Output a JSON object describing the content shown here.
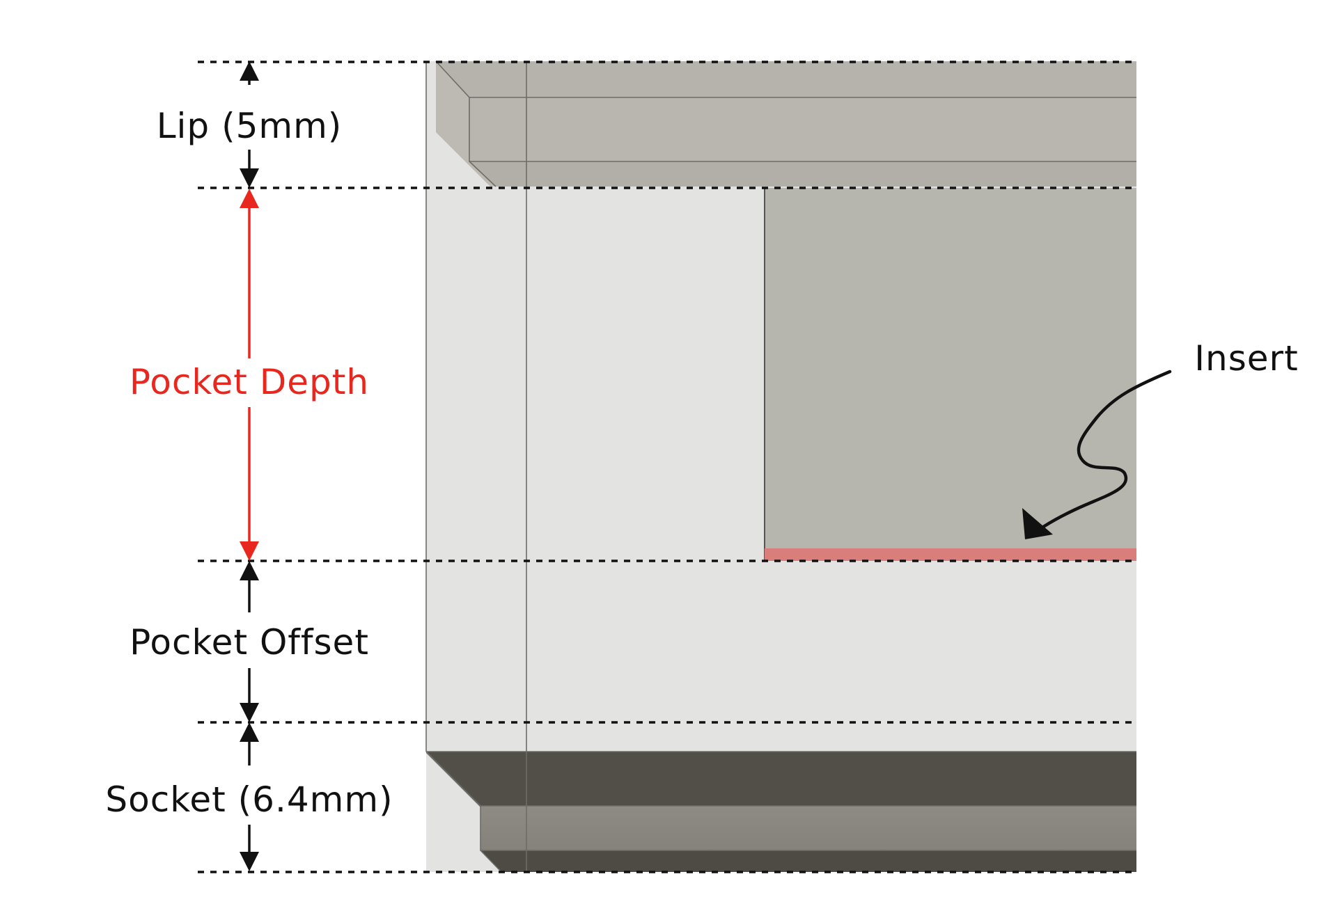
{
  "labels": {
    "lip": "Lip (5mm)",
    "pocket_depth": "Pocket Depth",
    "pocket_offset": "Pocket Offset",
    "socket": "Socket (6.4mm)",
    "insert": "Insert"
  },
  "colors": {
    "highlight": "#e8281e",
    "text": "#111111",
    "lip_face": "#b5b3ab",
    "pocket_face": "#b6b5ae",
    "wall_face": "#e3e3e2",
    "socket_dark": "#524f49",
    "socket_mid": "#8a867f",
    "insert_strip": "#d97e7a"
  },
  "icons": {
    "dimension_arrow": "double-headed-arrow-icon",
    "callout_arrow": "squiggly-arrow-icon"
  }
}
